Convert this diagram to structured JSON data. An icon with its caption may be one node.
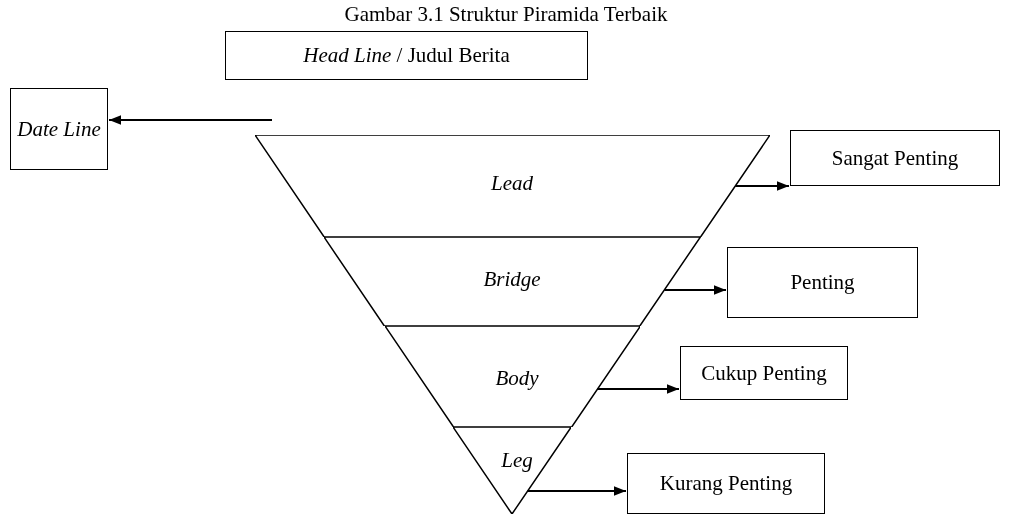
{
  "diagram": {
    "title": "Gambar 3.1 Struktur Piramida Terbaik",
    "nodes": [
      {
        "text": [
          "*Head Line* / Judul Berita"
        ]
      },
      {
        "text": [
          "Date Line"
        ]
      },
      {
        "text": [
          "Lead"
        ]
      },
      {
        "text": [
          "Bridge"
        ]
      },
      {
        "text": [
          "Body"
        ]
      },
      {
        "text": [
          "Leg"
        ]
      },
      {
        "text": [
          "Sangat Penting"
        ]
      },
      {
        "text": [
          "Penting"
        ]
      },
      {
        "text": [
          "Cukup Penting"
        ]
      },
      {
        "text": [
          "Kurang Penting"
        ]
      }
    ],
    "edges": [
      {
        "from": null,
        "to": 1,
        "arrow": "to"
      },
      {
        "from": 2,
        "to": 6,
        "arrow": "to"
      },
      {
        "from": 3,
        "to": 7,
        "arrow": "to"
      },
      {
        "from": 4,
        "to": 8,
        "arrow": "to"
      },
      {
        "from": 5,
        "to": 9,
        "arrow": "to"
      }
    ]
  }
}
